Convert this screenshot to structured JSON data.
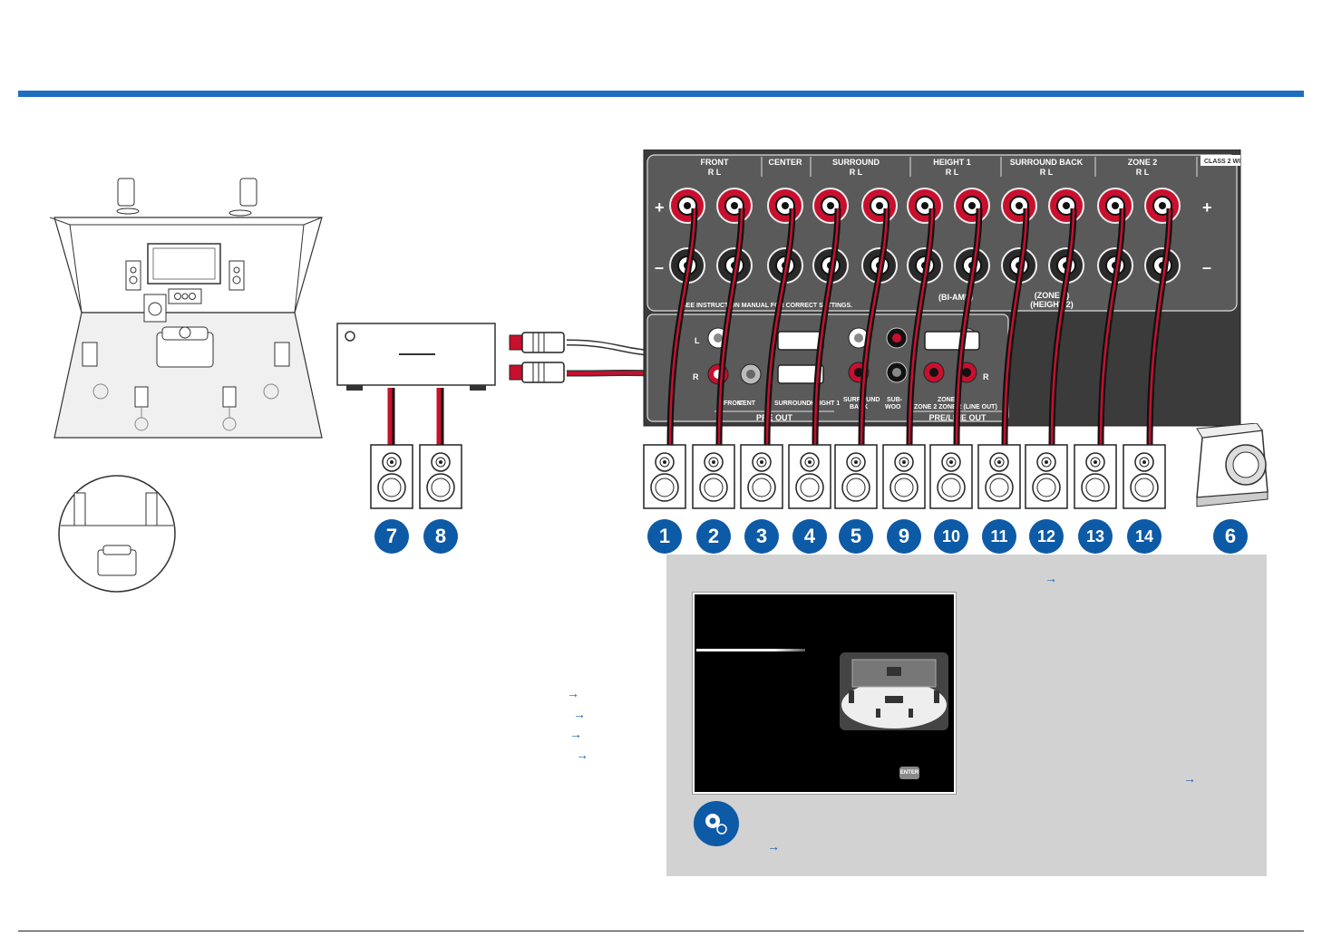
{
  "panel": {
    "headers": [
      {
        "id": "front",
        "label": "FRONT",
        "rl": "R        L"
      },
      {
        "id": "center",
        "label": "CENTER",
        "rl": ""
      },
      {
        "id": "surround",
        "label": "SURROUND",
        "rl": "R        L"
      },
      {
        "id": "height1",
        "label": "HEIGHT 1",
        "rl": "R        L"
      },
      {
        "id": "surroundback",
        "label": "SURROUND BACK",
        "rl": "R        L"
      },
      {
        "id": "zone2",
        "label": "ZONE 2",
        "rl": "R        L"
      }
    ],
    "class_label": "CLASS 2 WI",
    "plus": "+",
    "minus": "–",
    "note": "SEE INSTRUCTION MANUAL FOR CORRECT SETTINGS.",
    "biamp": "(BI-AMP)",
    "zone3": "(ZONE 3)",
    "height2": "(HEIGHT 2)",
    "preout_l": "L",
    "preout_r": "R",
    "preout_r2": "R",
    "jack_front": "FRONT",
    "jack_center": "CENT",
    "jack_surround": "SURROUND",
    "jack_height": "HEIGHT 1",
    "jack_surroundback_1": "SURROUND",
    "jack_surroundback_2": "BACK",
    "jack_sub_1": "SUB-",
    "jack_sub_2": "WOO",
    "jack_zone_1": "ZONE 2",
    "jack_zone_2": "ZONE 2  ZONE 2 (LINE OUT)",
    "pre_out": "PRE OUT",
    "pre_line_out": "PRE/LINE OUT"
  },
  "badges": [
    "7",
    "8",
    "1",
    "2",
    "3",
    "4",
    "5",
    "9",
    "10",
    "11",
    "12",
    "13",
    "14",
    "6"
  ],
  "info": {
    "enter_label": "ENTER"
  },
  "colors": {
    "accent": "#0d5aa7",
    "rule": "#1f6fc0",
    "speaker_red": "#c8102e",
    "panel": "#5a5a5a"
  }
}
